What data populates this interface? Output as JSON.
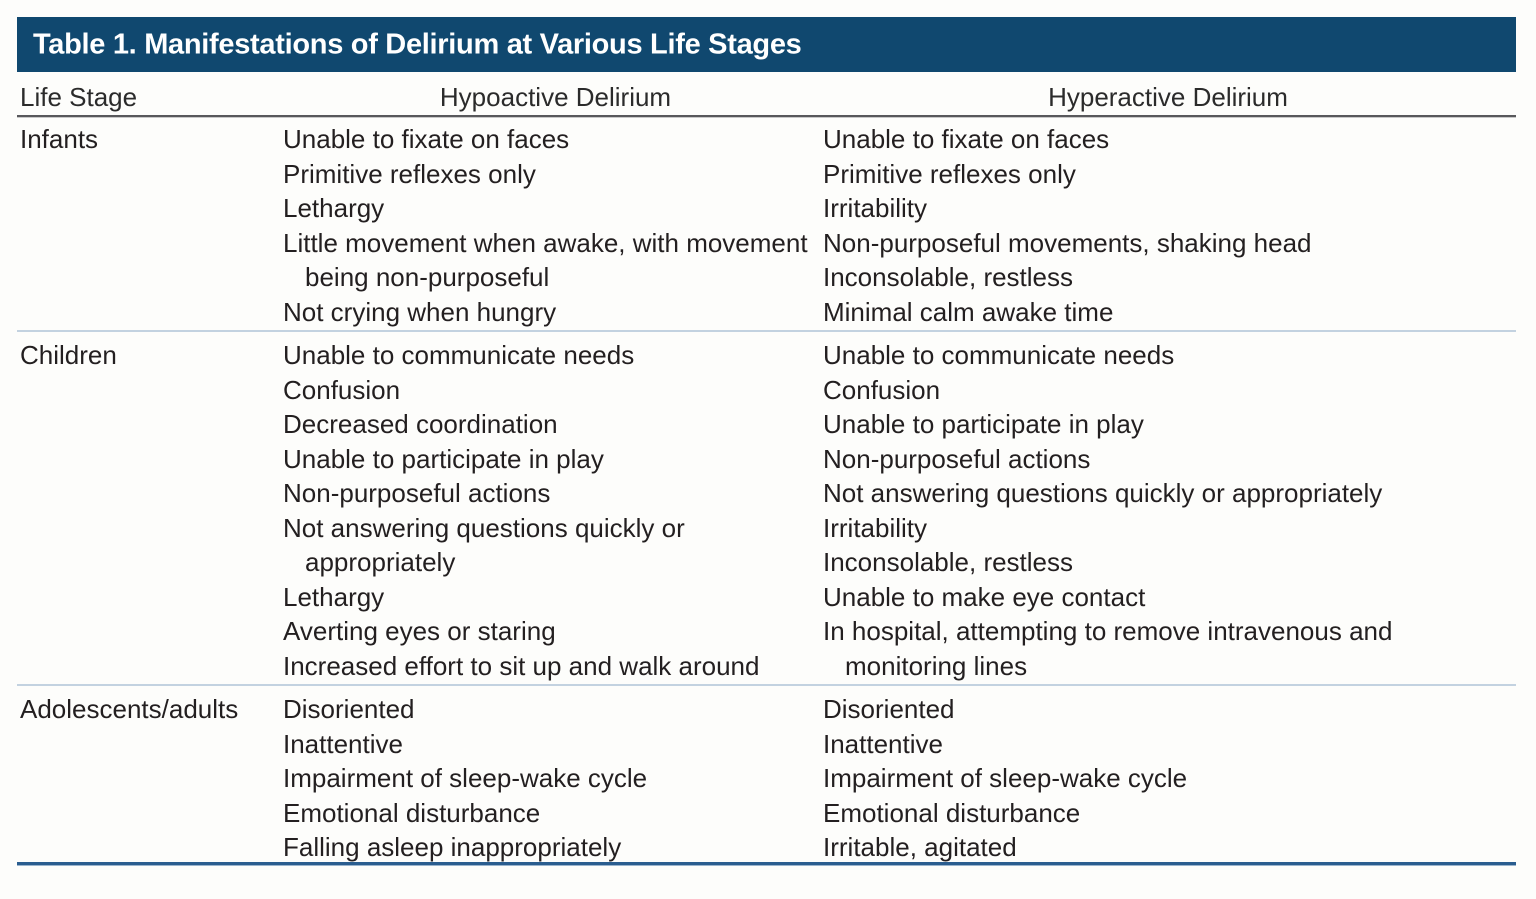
{
  "table": {
    "title": "Table 1. Manifestations of Delirium at Various Life Stages",
    "accent_color": "#10486f",
    "rule_color_header": "#58585b",
    "rule_color_separator": "#c3d2e0",
    "rule_color_bottom": "#2a5d8f",
    "text_color": "#231f20",
    "background_color": "#fdfdfb",
    "columns": [
      {
        "key": "life_stage",
        "label": "Life Stage",
        "align": "left"
      },
      {
        "key": "hypoactive",
        "label": "Hypoactive Delirium",
        "align": "center"
      },
      {
        "key": "hyperactive",
        "label": "Hyperactive Delirium",
        "align": "center"
      }
    ],
    "rows": [
      {
        "life_stage": "Infants",
        "hypoactive": [
          "Unable to fixate on faces",
          "Primitive reflexes only",
          "Lethargy",
          "Little movement when awake, with movement being non-purposeful",
          "Not crying when hungry"
        ],
        "hyperactive": [
          "Unable to fixate on faces",
          "Primitive reflexes only",
          "Irritability",
          "Non-purposeful movements, shaking head",
          "Inconsolable, restless",
          "Minimal calm awake time"
        ]
      },
      {
        "life_stage": "Children",
        "hypoactive": [
          "Unable to communicate needs",
          "Confusion",
          "Decreased coordination",
          "Unable to participate in play",
          "Non-purposeful actions",
          "Not answering questions quickly or appropriately",
          "Lethargy",
          "Averting eyes or staring",
          "Increased effort to sit up and walk around"
        ],
        "hyperactive": [
          "Unable to communicate needs",
          "Confusion",
          "Unable to participate in play",
          "Non-purposeful actions",
          "Not answering questions quickly or appropriately",
          "Irritability",
          "Inconsolable, restless",
          "Unable to make eye contact",
          "In hospital, attempting to remove intravenous and monitoring lines"
        ]
      },
      {
        "life_stage": "Adolescents/adults",
        "hypoactive": [
          "Disoriented",
          "Inattentive",
          "Impairment of sleep-wake cycle",
          "Emotional disturbance",
          "Falling asleep inappropriately"
        ],
        "hyperactive": [
          "Disoriented",
          "Inattentive",
          "Impairment of sleep-wake cycle",
          "Emotional disturbance",
          "Irritable, agitated"
        ]
      }
    ]
  }
}
